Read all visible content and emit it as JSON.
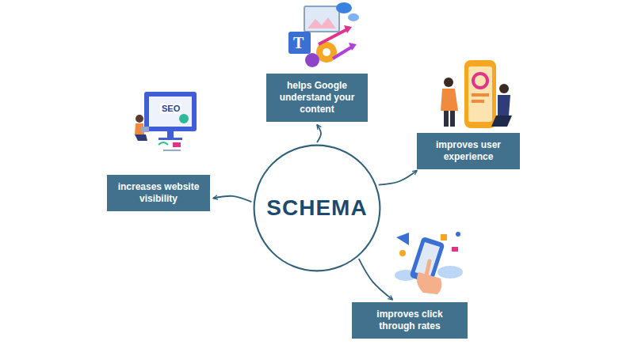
{
  "diagram": {
    "nodes": [
      {
        "text": [
          "helps Google understand your content"
        ]
      },
      {
        "text": [
          "improves user experience"
        ]
      },
      {
        "text": [
          "increases website visibility"
        ]
      },
      {
        "text": [
          "SCHEMA"
        ]
      },
      {
        "text": [
          "improves click through rates"
        ]
      }
    ],
    "edges": [
      {
        "from": 3,
        "to": 0,
        "arrow": "to"
      },
      {
        "from": 3,
        "to": 1,
        "arrow": "to"
      },
      {
        "from": 3,
        "to": 2,
        "arrow": "to"
      },
      {
        "from": 3,
        "to": 4,
        "arrow": "to"
      }
    ],
    "labels": [
      "T",
      "SEO"
    ]
  }
}
